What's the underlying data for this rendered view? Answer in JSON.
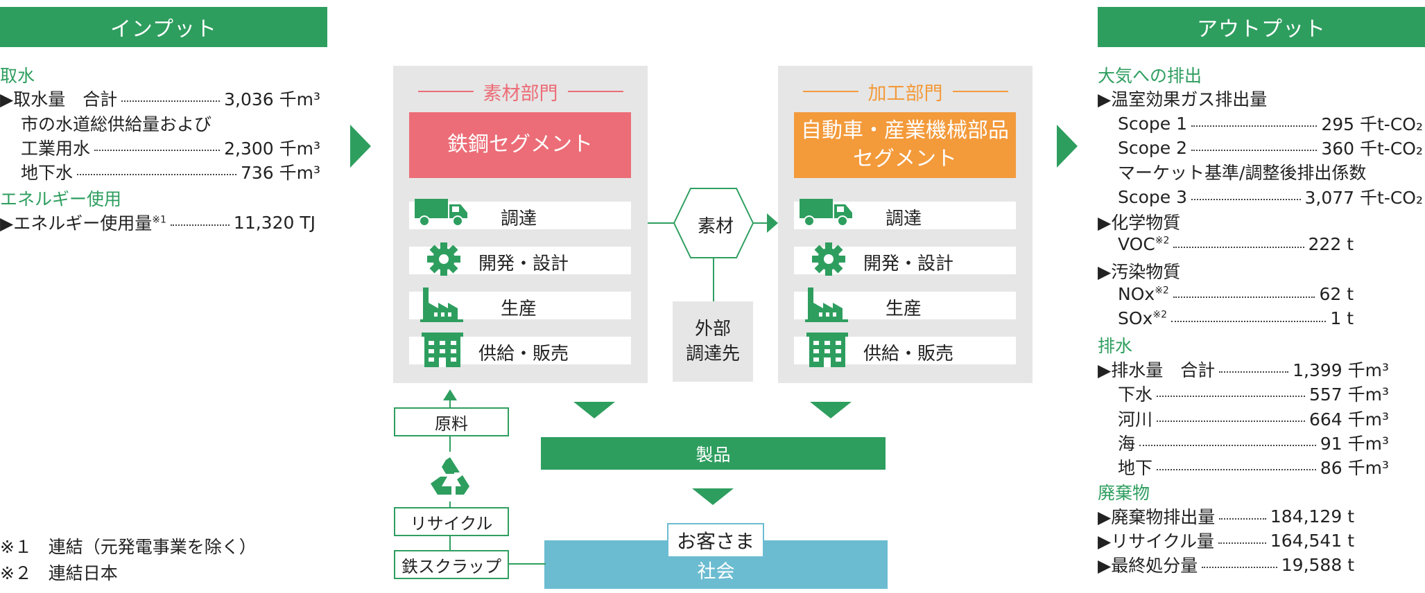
{
  "input": {
    "header": "インプット",
    "water": {
      "category": "取水",
      "total_label": "▶取水量　合計",
      "total_value": "3,036 千m³",
      "supply_label_1": "市の水道総供給量および",
      "supply_label_2": "工業用水",
      "supply_value": "2,300 千m³",
      "ground_label": "地下水",
      "ground_value": "736 千m³"
    },
    "energy": {
      "category": "エネルギー使用",
      "label": "▶エネルギー使用量",
      "note_mark": "※1",
      "value": "11,320 TJ"
    },
    "notes": [
      {
        "mark": "※１",
        "text": "連結（元発電事業を除く）"
      },
      {
        "mark": "※２",
        "text": "連結日本"
      }
    ]
  },
  "materials": {
    "dept": "素材部門",
    "segment": "鉄鋼セグメント",
    "segment_color": "#ec6d77",
    "dept_color": "#ec6d77"
  },
  "processing": {
    "dept": "加工部門",
    "segment_line1": "自動車・産業機械部品",
    "segment_line2": "セグメント",
    "segment_color": "#f39a3b",
    "dept_color": "#f39a3b"
  },
  "activities": [
    {
      "label": "調達",
      "icon": "truck-icon"
    },
    {
      "label": "開発・設計",
      "icon": "gear-icon"
    },
    {
      "label": "生産",
      "icon": "factory-icon"
    },
    {
      "label": "供給・販売",
      "icon": "building-icon"
    }
  ],
  "flow": {
    "material": "素材",
    "external_line1": "外部",
    "external_line2": "調達先",
    "raw": "原料",
    "recycle": "リサイクル",
    "scrap": "鉄スクラップ",
    "product": "製品",
    "customer": "お客さま",
    "society": "社会"
  },
  "output": {
    "header": "アウトプット",
    "air": {
      "category": "大気への排出",
      "ghg_label": "▶温室効果ガス排出量",
      "scope1_label": "Scope 1",
      "scope1_value": "295 千t-CO₂",
      "scope2_label": "Scope 2",
      "scope2_value": "360 千t-CO₂",
      "scope2_note": "マーケット基準/調整後排出係数",
      "scope3_label": "Scope 3",
      "scope3_value": "3,077 千t-CO₂",
      "chem_label": "▶化学物質",
      "voc_label": "VOC",
      "voc_note": "※2",
      "voc_value": "222 t",
      "pollutant_label": "▶汚染物質",
      "nox_label": "NOx",
      "nox_note": "※2",
      "nox_value": "62 t",
      "sox_label": "SOx",
      "sox_note": "※2",
      "sox_value": "1 t"
    },
    "drain": {
      "category": "排水",
      "total_label": "▶排水量　合計",
      "total_value": "1,399 千m³",
      "sewer_label": "下水",
      "sewer_value": "557 千m³",
      "river_label": "河川",
      "river_value": "664 千m³",
      "sea_label": "海",
      "sea_value": "91 千m³",
      "under_label": "地下",
      "under_value": "86 千m³"
    },
    "waste": {
      "category": "廃棄物",
      "emit_label": "▶廃棄物排出量",
      "emit_value": "184,129 t",
      "recycle_label": "▶リサイクル量",
      "recycle_value": "164,541 t",
      "final_label": "▶最終処分量",
      "final_value": "19,588 t"
    }
  },
  "colors": {
    "green": "#2e9e5f",
    "panel": "#e6e6e6",
    "society": "#6bbcd1"
  }
}
